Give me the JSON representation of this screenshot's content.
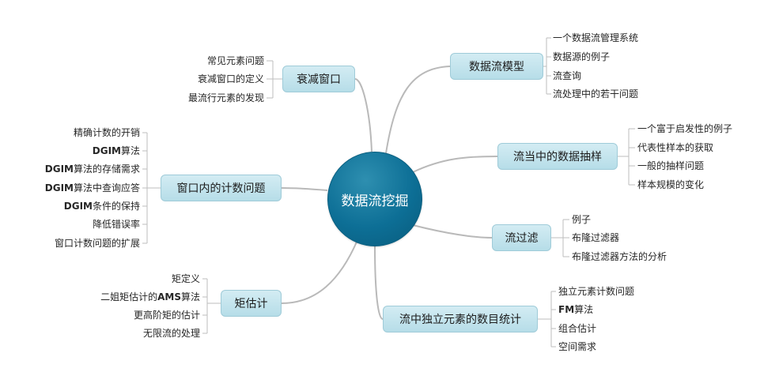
{
  "center": "数据流挖掘",
  "branches": {
    "model": {
      "label": "数据流模型",
      "items": [
        "一个数据流管理系统",
        "数据源的例子",
        "流查询",
        "流处理中的若干问题"
      ]
    },
    "sampling": {
      "label": "流当中的数据抽样",
      "items": [
        "一个富于启发性的例子",
        "代表性样本的获取",
        "一般的抽样问题",
        "样本规模的变化"
      ]
    },
    "filter": {
      "label": "流过滤",
      "items": [
        "例子",
        "布隆过滤器",
        "布隆过滤器方法的分析"
      ]
    },
    "distinct": {
      "label": "流中独立元素的数目统计",
      "items": [
        "独立元素计数问题",
        "FM算法",
        "组合估计",
        "空间需求"
      ]
    },
    "decay": {
      "label": "衰减窗口",
      "items": [
        "常见元素问题",
        "衰减窗口的定义",
        "最流行元素的发现"
      ]
    },
    "window": {
      "label": "窗口内的计数问题",
      "items": [
        "精确计数的开销",
        "DGIM算法",
        "DGIM算法的存储需求",
        "DGIM算法中查询应答",
        "DGIM条件的保持",
        "降低错误率",
        "窗口计数问题的扩展"
      ]
    },
    "moment": {
      "label": "矩估计",
      "items": [
        "矩定义",
        "二姐矩估计的AMS算法",
        "更高阶矩的估计",
        "无限流的处理"
      ]
    }
  }
}
